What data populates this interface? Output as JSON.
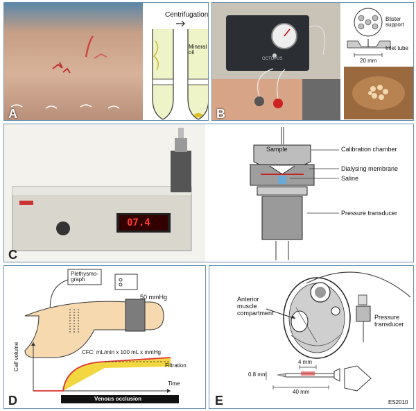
{
  "panels": {
    "A": {
      "label": "A",
      "centrifugation": "Centrifugation",
      "mineral_oil": "Mineral oil"
    },
    "B": {
      "label": "B",
      "device_brand": "OCTOPUS",
      "blister_support": "Blister support",
      "inlet_tube": "Inlet tube",
      "dimension": "20 mm"
    },
    "C": {
      "label": "C",
      "display": "07.4",
      "sample": "Sample",
      "calibration_chamber": "Calibration chamber",
      "dialysing_membrane": "Dialysing membrane",
      "saline": "Saline",
      "pressure_transducer": "Pressure transducer"
    },
    "D": {
      "label": "D",
      "plethysmograph": "Plethysmo-\ngraph",
      "cuff_pressure": "50 mmHg",
      "cfc_formula": "CFC: mL/min x 100 mL x mmHg",
      "filtration": "Filtration",
      "y_axis": "Calf volume",
      "x_axis": "Time",
      "bar_label": "Venous occlusion"
    },
    "E": {
      "label": "E",
      "compartment": "Anterior\nmuscle\ncompartment",
      "pressure_transducer": "Pressure\ntransducer",
      "dim_4mm": "4 mm",
      "dim_08mm": "0.8 mm",
      "dim_40mm": "40 mm",
      "credit": "ES2010"
    }
  }
}
